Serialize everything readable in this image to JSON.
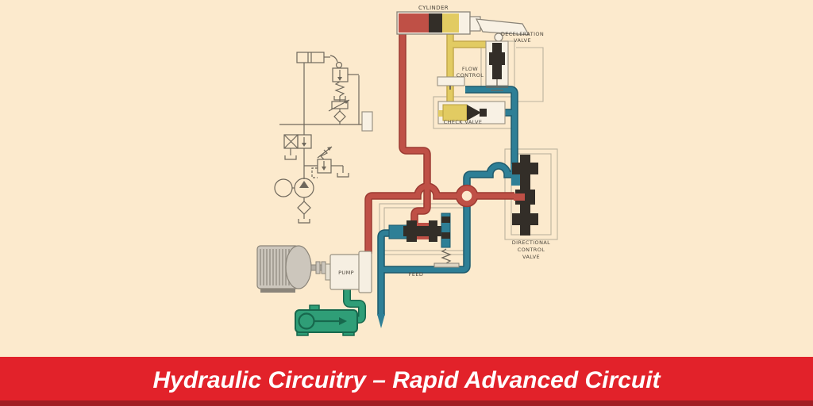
{
  "banner": {
    "title": "Hydraulic Circuitry – Rapid Advanced Circuit"
  },
  "diagram": {
    "labels": {
      "cylinder": "CYLINDER",
      "deceleration_line1": "DECELERATION",
      "deceleration_line2": "VALVE",
      "flow_line1": "FLOW",
      "flow_line2": "CONTROL",
      "check_valve": "CHECK VALVE",
      "directional_line1": "DIRECTIONAL",
      "directional_line2": "CONTROL",
      "directional_line3": "VALVE",
      "pump": "PUMP",
      "feed": "FEED"
    }
  },
  "colors": {
    "background": "#fceacd",
    "pressure_line_red": "#bf5046",
    "return_line_teal": "#2e7f96",
    "pilot_line_yellow": "#e2cb62",
    "suction_green": "#2f9e77",
    "spool_black": "#332e28",
    "banner_red": "#e2222a",
    "banner_strip_dark_red": "#a01e23",
    "banner_text": "#ffffff",
    "label_text": "#4c463c"
  }
}
